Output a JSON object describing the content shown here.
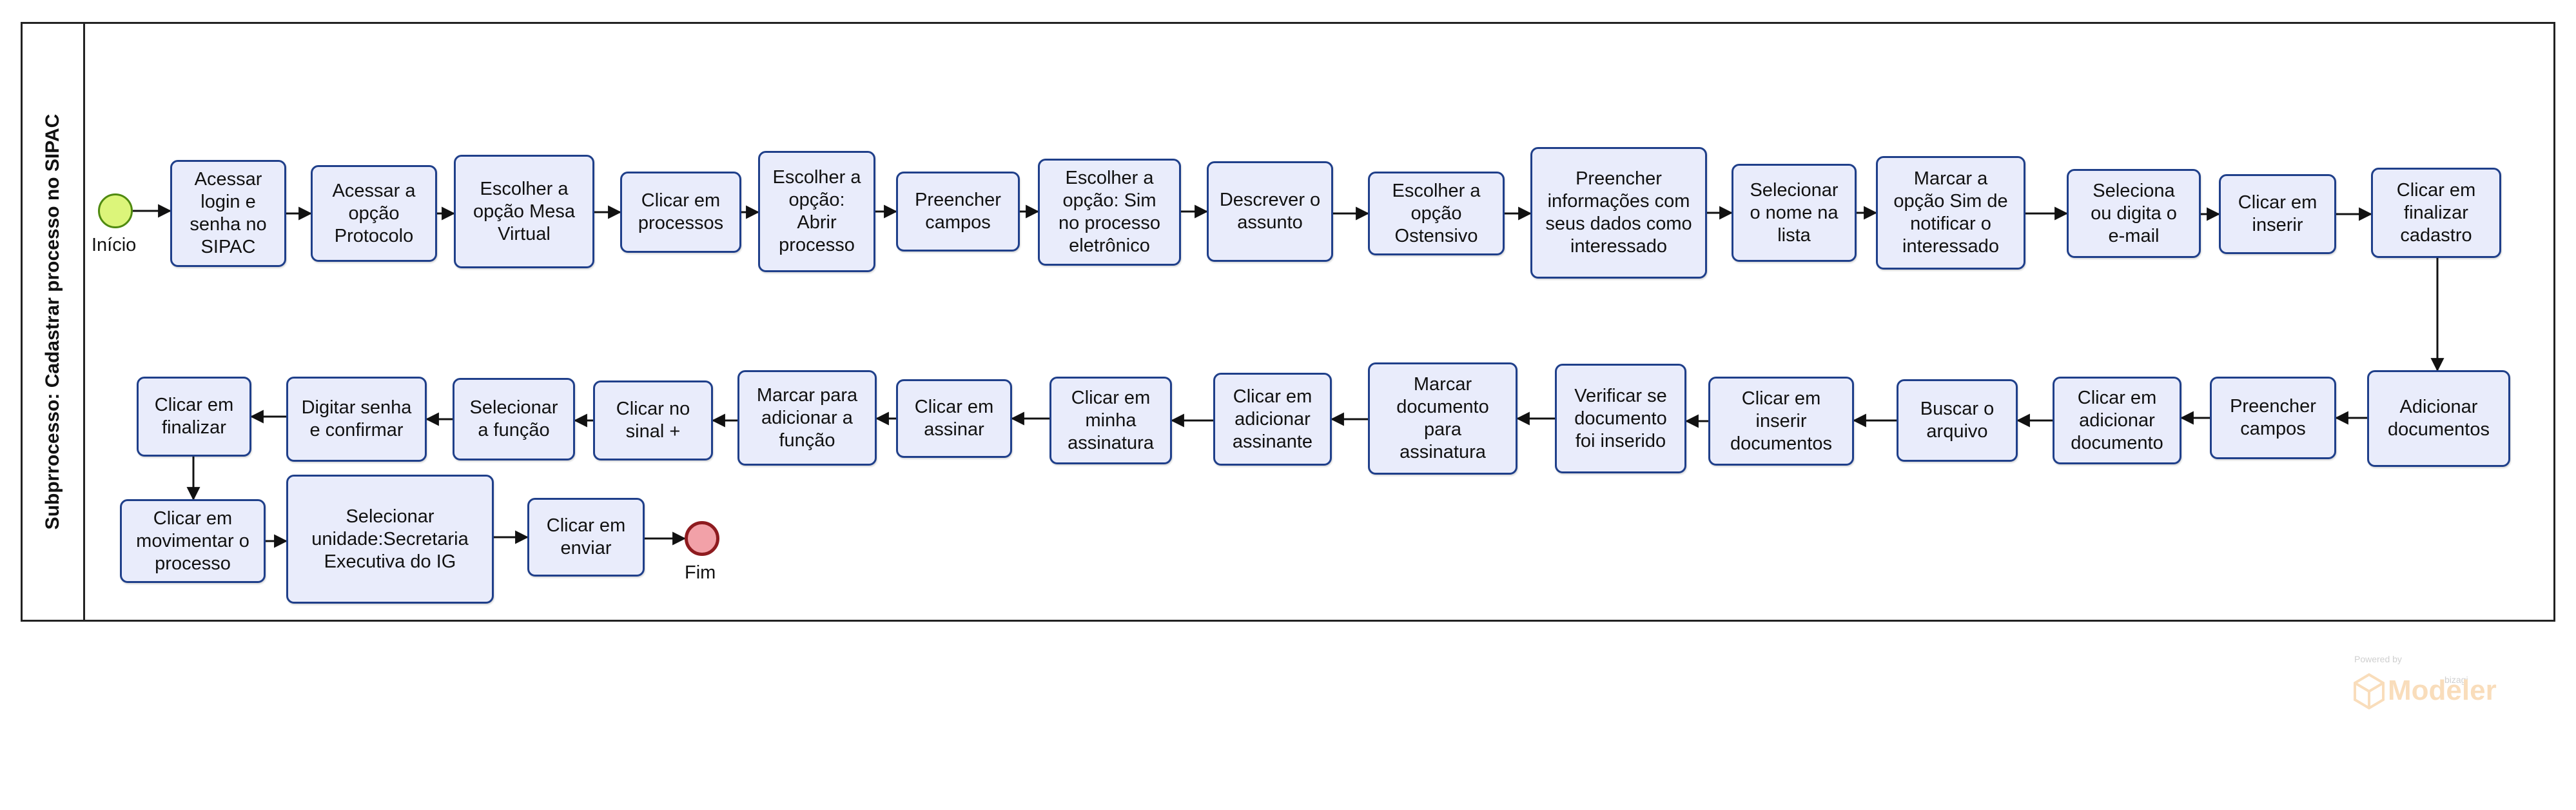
{
  "pool": {
    "label": "Subprrocesso: Cadastrar processo no SIPAC"
  },
  "events": [
    {
      "id": "start",
      "type": "start",
      "label": "Início"
    },
    {
      "id": "end",
      "type": "end",
      "label": "Fim"
    }
  ],
  "tasks": [
    {
      "id": "t1",
      "label": "Acessar\nlogin e\nsenha no\nSIPAC"
    },
    {
      "id": "t2",
      "label": "Acessar a\nopção\nProtocolo"
    },
    {
      "id": "t3",
      "label": "Escolher a\nopção Mesa\nVirtual"
    },
    {
      "id": "t4",
      "label": "Clicar em\nprocessos"
    },
    {
      "id": "t5",
      "label": "Escolher a\nopção:\nAbrir\nprocesso"
    },
    {
      "id": "t6",
      "label": "Preencher\ncampos"
    },
    {
      "id": "t7",
      "label": "Escolher a\nopção: Sim\nno processo\neletrônico"
    },
    {
      "id": "t8",
      "label": "Descrever o\nassunto"
    },
    {
      "id": "t9",
      "label": "Escolher a\nopção\nOstensivo"
    },
    {
      "id": "t10",
      "label": "Preencher\ninformações com\nseus dados como\ninteressado"
    },
    {
      "id": "t11",
      "label": "Selecionar\no nome na\nlista"
    },
    {
      "id": "t12",
      "label": "Marcar a\nopção Sim de\nnotificar o\ninteressado"
    },
    {
      "id": "t13",
      "label": "Seleciona\nou digita o\ne-mail"
    },
    {
      "id": "t14",
      "label": "Clicar em\ninserir"
    },
    {
      "id": "t15",
      "label": "Clicar em\nfinalizar\ncadastro"
    },
    {
      "id": "t16",
      "label": "Adicionar\ndocumentos"
    },
    {
      "id": "t17",
      "label": "Preencher\ncampos"
    },
    {
      "id": "t18",
      "label": "Clicar em\nadicionar\ndocumento"
    },
    {
      "id": "t19",
      "label": "Buscar o\narquivo"
    },
    {
      "id": "t20",
      "label": "Clicar em\ninserir\ndocumentos"
    },
    {
      "id": "t21",
      "label": "Verificar se\ndocumento\nfoi inserido"
    },
    {
      "id": "t22",
      "label": "Marcar\ndocumento\npara\nassinatura"
    },
    {
      "id": "t23",
      "label": "Clicar em\nadicionar\nassinante"
    },
    {
      "id": "t24",
      "label": "Clicar em\nminha\nassinatura"
    },
    {
      "id": "t25",
      "label": "Clicar em\nassinar"
    },
    {
      "id": "t26",
      "label": "Marcar para\nadicionar a\nfunção"
    },
    {
      "id": "t27",
      "label": "Clicar no\nsinal +"
    },
    {
      "id": "t28",
      "label": "Selecionar\na função"
    },
    {
      "id": "t29",
      "label": "Digitar senha\ne confirmar"
    },
    {
      "id": "t30",
      "label": "Clicar em\nfinalizar"
    },
    {
      "id": "t31",
      "label": "Clicar em\nmovimentar o\nprocesso"
    },
    {
      "id": "t32",
      "label": "Selecionar\nunidade:Secretaria\nExecutiva do IG"
    },
    {
      "id": "t33",
      "label": "Clicar em\nenviar"
    }
  ],
  "flows": [
    [
      "start",
      "t1"
    ],
    [
      "t1",
      "t2"
    ],
    [
      "t2",
      "t3"
    ],
    [
      "t3",
      "t4"
    ],
    [
      "t4",
      "t5"
    ],
    [
      "t5",
      "t6"
    ],
    [
      "t6",
      "t7"
    ],
    [
      "t7",
      "t8"
    ],
    [
      "t8",
      "t9"
    ],
    [
      "t9",
      "t10"
    ],
    [
      "t10",
      "t11"
    ],
    [
      "t11",
      "t12"
    ],
    [
      "t12",
      "t13"
    ],
    [
      "t13",
      "t14"
    ],
    [
      "t14",
      "t15"
    ],
    [
      "t15",
      "t16"
    ],
    [
      "t16",
      "t17"
    ],
    [
      "t17",
      "t18"
    ],
    [
      "t18",
      "t19"
    ],
    [
      "t19",
      "t20"
    ],
    [
      "t20",
      "t21"
    ],
    [
      "t21",
      "t22"
    ],
    [
      "t22",
      "t23"
    ],
    [
      "t23",
      "t24"
    ],
    [
      "t24",
      "t25"
    ],
    [
      "t25",
      "t26"
    ],
    [
      "t26",
      "t27"
    ],
    [
      "t27",
      "t28"
    ],
    [
      "t28",
      "t29"
    ],
    [
      "t29",
      "t30"
    ],
    [
      "t30",
      "t31"
    ],
    [
      "t31",
      "t32"
    ],
    [
      "t32",
      "t33"
    ],
    [
      "t33",
      "end"
    ]
  ],
  "watermark": {
    "powered": "Powered by",
    "brand": "bizagi",
    "product": "Modeler"
  },
  "colors": {
    "task_fill": "#e9ecfb",
    "task_border": "#1f3f8a",
    "start_fill": "#dcf57a",
    "end_fill": "#f2a1a8"
  }
}
